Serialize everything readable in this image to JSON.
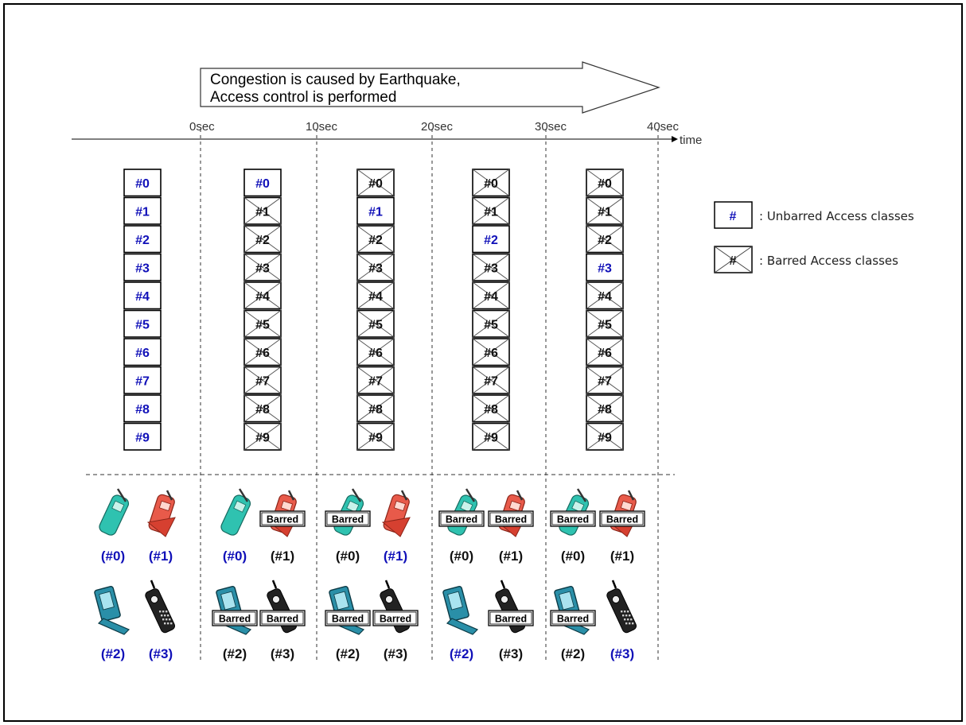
{
  "banner": {
    "line1": "Congestion is caused by Earthquake,",
    "line2": "Access control is performed"
  },
  "timeline": {
    "ticks": [
      "0sec",
      "10sec",
      "20sec",
      "30sec",
      "40sec"
    ],
    "axis_label": "time"
  },
  "columns": [
    {
      "unbarred": [
        0,
        1,
        2,
        3,
        4,
        5,
        6,
        7,
        8,
        9
      ],
      "devices": [
        {
          "label": "(#0)",
          "barred": false
        },
        {
          "label": "(#1)",
          "barred": false
        },
        {
          "label": "(#2)",
          "barred": false
        },
        {
          "label": "(#3)",
          "barred": false
        }
      ]
    },
    {
      "unbarred": [
        0
      ],
      "devices": [
        {
          "label": "(#0)",
          "barred": false
        },
        {
          "label": "(#1)",
          "barred": true
        },
        {
          "label": "(#2)",
          "barred": true
        },
        {
          "label": "(#3)",
          "barred": true
        }
      ]
    },
    {
      "unbarred": [
        1
      ],
      "devices": [
        {
          "label": "(#0)",
          "barred": true
        },
        {
          "label": "(#1)",
          "barred": false
        },
        {
          "label": "(#2)",
          "barred": true
        },
        {
          "label": "(#3)",
          "barred": true
        }
      ]
    },
    {
      "unbarred": [
        2
      ],
      "devices": [
        {
          "label": "(#0)",
          "barred": true
        },
        {
          "label": "(#1)",
          "barred": true
        },
        {
          "label": "(#2)",
          "barred": false
        },
        {
          "label": "(#3)",
          "barred": true
        }
      ]
    },
    {
      "unbarred": [
        3
      ],
      "devices": [
        {
          "label": "(#0)",
          "barred": true
        },
        {
          "label": "(#1)",
          "barred": true
        },
        {
          "label": "(#2)",
          "barred": true
        },
        {
          "label": "(#3)",
          "barred": false
        }
      ]
    }
  ],
  "access_class_prefix": "#",
  "barred_tag": "Barred",
  "legend": {
    "symbol": "#",
    "unbarred_label": ": Unbarred Access classes",
    "barred_label": ": Barred Access classes"
  },
  "colors": {
    "unbarred_text": "#1010b8",
    "barred_text": "#111111",
    "phone_teal": "#2fc2b0",
    "phone_red": "#e85a4a",
    "phone_flip": "#2a8fa8",
    "phone_black": "#222222"
  }
}
